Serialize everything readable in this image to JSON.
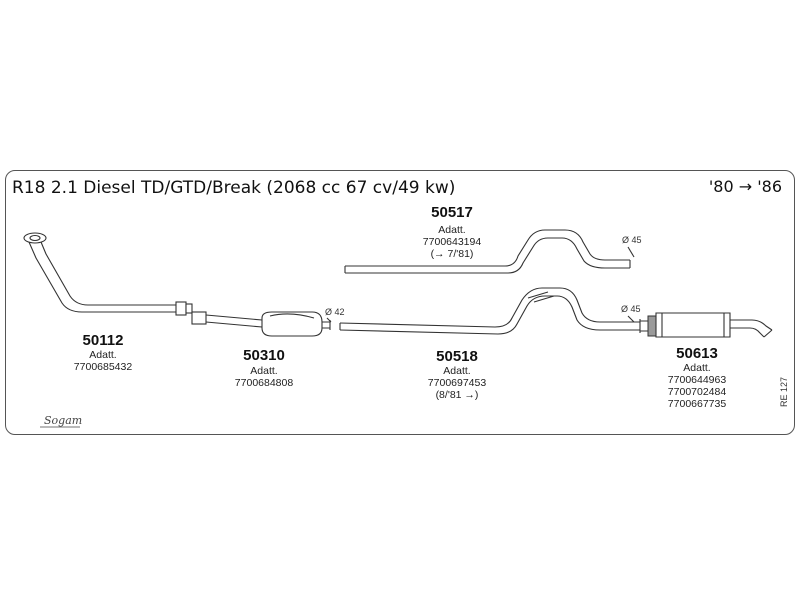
{
  "header": {
    "title": "R18 2.1 Diesel TD/GTD/Break (2068 cc 67 cv/49 kw)",
    "years": "'80 → '86"
  },
  "parts": [
    {
      "number": "50517",
      "lines": [
        "Adatt.",
        "7700643194",
        "(→ 7/'81)"
      ]
    },
    {
      "number": "50112",
      "lines": [
        "Adatt.",
        "7700685432"
      ]
    },
    {
      "number": "50310",
      "lines": [
        "Adatt.",
        "7700684808"
      ]
    },
    {
      "number": "50518",
      "lines": [
        "Adatt.",
        "7700697453",
        "(8/'81 →)"
      ]
    },
    {
      "number": "50613",
      "lines": [
        "Adatt.",
        "7700644963",
        "7700702484",
        "7700667735"
      ]
    }
  ],
  "diameters": [
    "Ø 45",
    "Ø 42",
    "Ø 45"
  ],
  "page_code": "RE 127",
  "logo_text": "Sogam"
}
